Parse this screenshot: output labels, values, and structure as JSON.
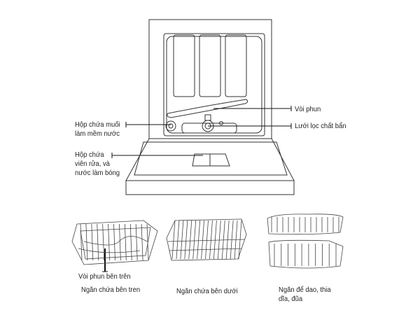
{
  "callouts": {
    "spray_arm": "Vòi phun",
    "filter": "Lưới lọc chất bẩn",
    "salt_container_line1": "Hộp chứa muối",
    "salt_container_line2": "làm mềm nước",
    "detergent_line1": "Hộp chứa",
    "detergent_line2": "viên rửa, và",
    "detergent_line3": "nước làm bóng",
    "upper_spray_arm": "Vòi phun bên trên"
  },
  "captions": {
    "upper_rack": "Ngăn chứa bên tren",
    "lower_rack": "Ngăn chứa bên dưới",
    "cutlery_line1": "Ngăn để dao, thia",
    "cutlery_line2": "dĩa, đũa"
  }
}
